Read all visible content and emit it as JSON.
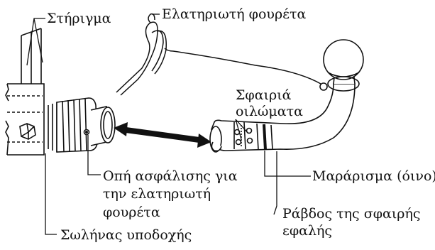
{
  "labels": {
    "bracket": "Στήριγμα",
    "spring_pin": "Ελατηριωτή φουρέτα",
    "ball_grooves_l1": "Σφαιριά",
    "ball_grooves_l2": "οιλώματα",
    "lock_hole_l1": "Οπή ασφάλισης για",
    "lock_hole_l2": "την ελατηριωτή",
    "lock_hole_l3": "φουρέτα",
    "marking": "Μαράρισμα (όινο)",
    "ball_rod_l1": "Ράβδος της σφαιρής",
    "ball_rod_l2": "εφαλής",
    "receiver_tube": "Σωλήνας υποδοχής"
  },
  "colors": {
    "line": "#111111",
    "background": "#ffffff"
  }
}
